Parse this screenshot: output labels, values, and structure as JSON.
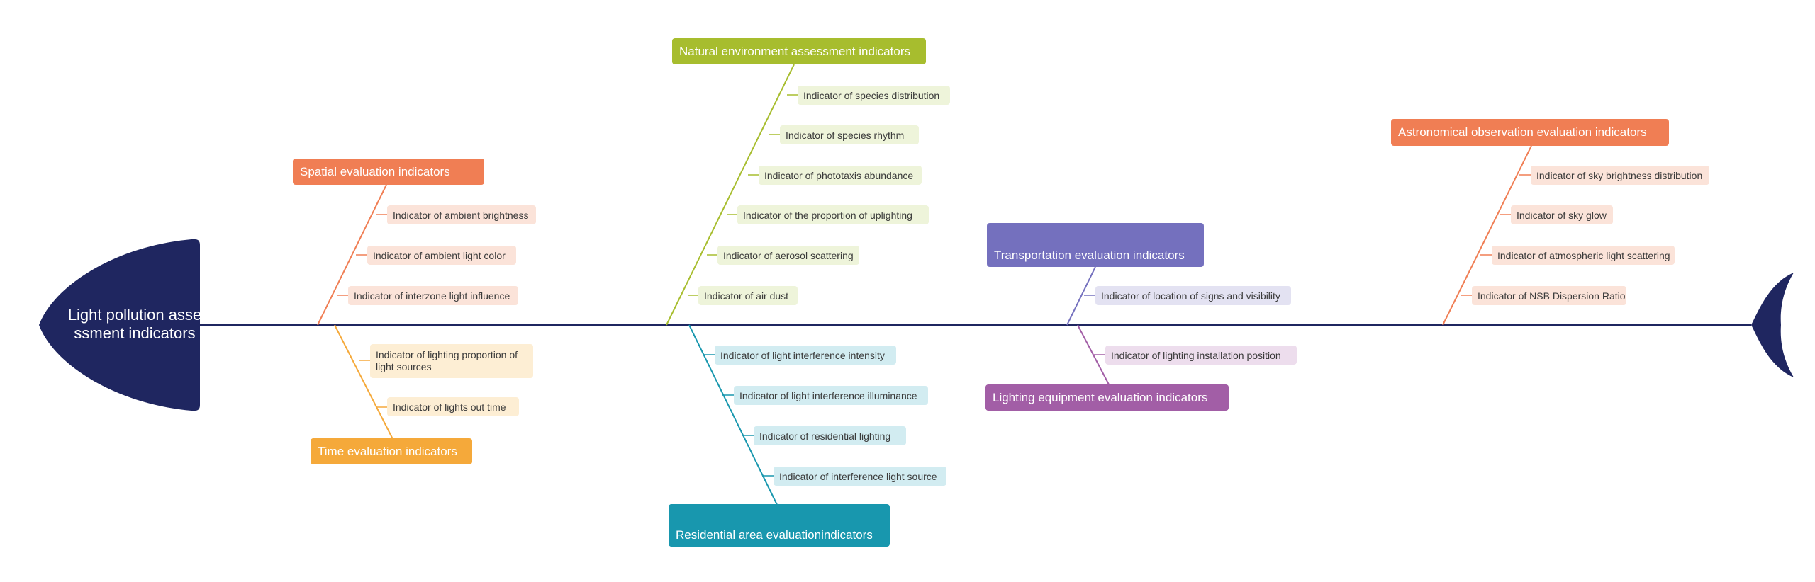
{
  "head": {
    "label": "Light pollution assessment indicators",
    "color": "#1f2660"
  },
  "spine_color": "#1f2660",
  "categories": [
    {
      "id": "natural",
      "label": "Natural environment assessment indicators",
      "color": "#a7bd2e",
      "light": "#eef4da",
      "indicators": [
        "Indicator of species distribution",
        "Indicator of species rhythm",
        "Indicator of phototaxis abundance",
        "Indicator of the proportion of uplighting",
        "Indicator of aerosol scattering",
        "Indicator of air dust"
      ]
    },
    {
      "id": "spatial",
      "label": "Spatial  evaluation indicators",
      "color": "#f07e54",
      "light": "#fbe3d9",
      "indicators": [
        "Indicator of ambient brightness",
        "Indicator of ambient light color",
        "Indicator of interzone light influence"
      ]
    },
    {
      "id": "time",
      "label": "Time evaluation indicators",
      "color": "#f5a93a",
      "light": "#fdeed4",
      "indicators": [
        "Indicator of lighting proportion of light sources",
        "Indicator of lights out time"
      ]
    },
    {
      "id": "residential",
      "label": "Residential area evaluationindicators",
      "color": "#1897ae",
      "light": "#d2ecf1",
      "indicators": [
        "Indicator of light interference intensity",
        "Indicator of light interference illuminance",
        "Indicator of residential lighting",
        "Indicator of interference light source"
      ]
    },
    {
      "id": "transport",
      "label": "Transportation evaluation indicators",
      "color": "#7470be",
      "light": "#e3e2f2",
      "indicators": [
        "Indicator of location of signs and visibility"
      ]
    },
    {
      "id": "lighting",
      "label": "Lighting equipment evaluation indicators",
      "color": "#a25ea6",
      "light": "#eddded",
      "indicators": [
        "Indicator of lighting installation position"
      ]
    },
    {
      "id": "astro",
      "label": "Astronomical observation evaluation indicators",
      "color": "#f07e54",
      "light": "#fbe3d9",
      "indicators": [
        "Indicator of sky brightness distribution",
        "Indicator of sky glow",
        "Indicator of atmospheric light scattering",
        "Indicator of NSB Dispersion Ratio"
      ]
    }
  ]
}
